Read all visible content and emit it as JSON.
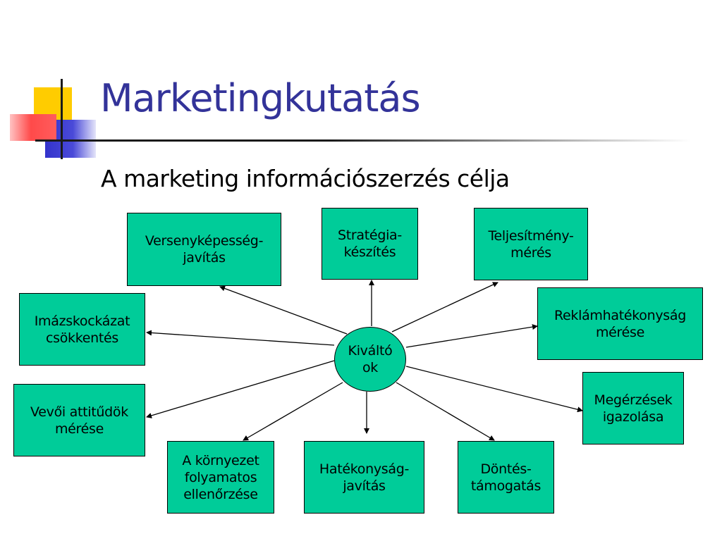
{
  "slide": {
    "title": "Marketingkutatás",
    "subtitle": "A marketing információszerzés célja"
  },
  "diagram": {
    "center": "Kiváltó\nok",
    "nodes": [
      {
        "id": "versenykepesseg",
        "label": "Versenyképesség-\njavítás"
      },
      {
        "id": "strategia",
        "label": "Stratégia-\nkészítés"
      },
      {
        "id": "teljesitmeny",
        "label": "Teljesítmény-\nmérés"
      },
      {
        "id": "imazskockazat",
        "label": "Imázskockázat\ncsökkentés"
      },
      {
        "id": "reklamhatekonysag",
        "label": "Reklámhatékonyság\nmérése"
      },
      {
        "id": "vevoi",
        "label": "Vevői attitűdök\nmérése"
      },
      {
        "id": "megerzesek",
        "label": "Megérzések\nigazolása"
      },
      {
        "id": "kornyezet",
        "label": "A környezet\nfolyamatos\nellenőrzése"
      },
      {
        "id": "hatekonysag",
        "label": "Hatékonyság-\njavítás"
      },
      {
        "id": "dontes",
        "label": "Döntés-\ntámogatás"
      }
    ],
    "colors": {
      "node_fill": "#00cc99",
      "title": "#333399"
    }
  }
}
